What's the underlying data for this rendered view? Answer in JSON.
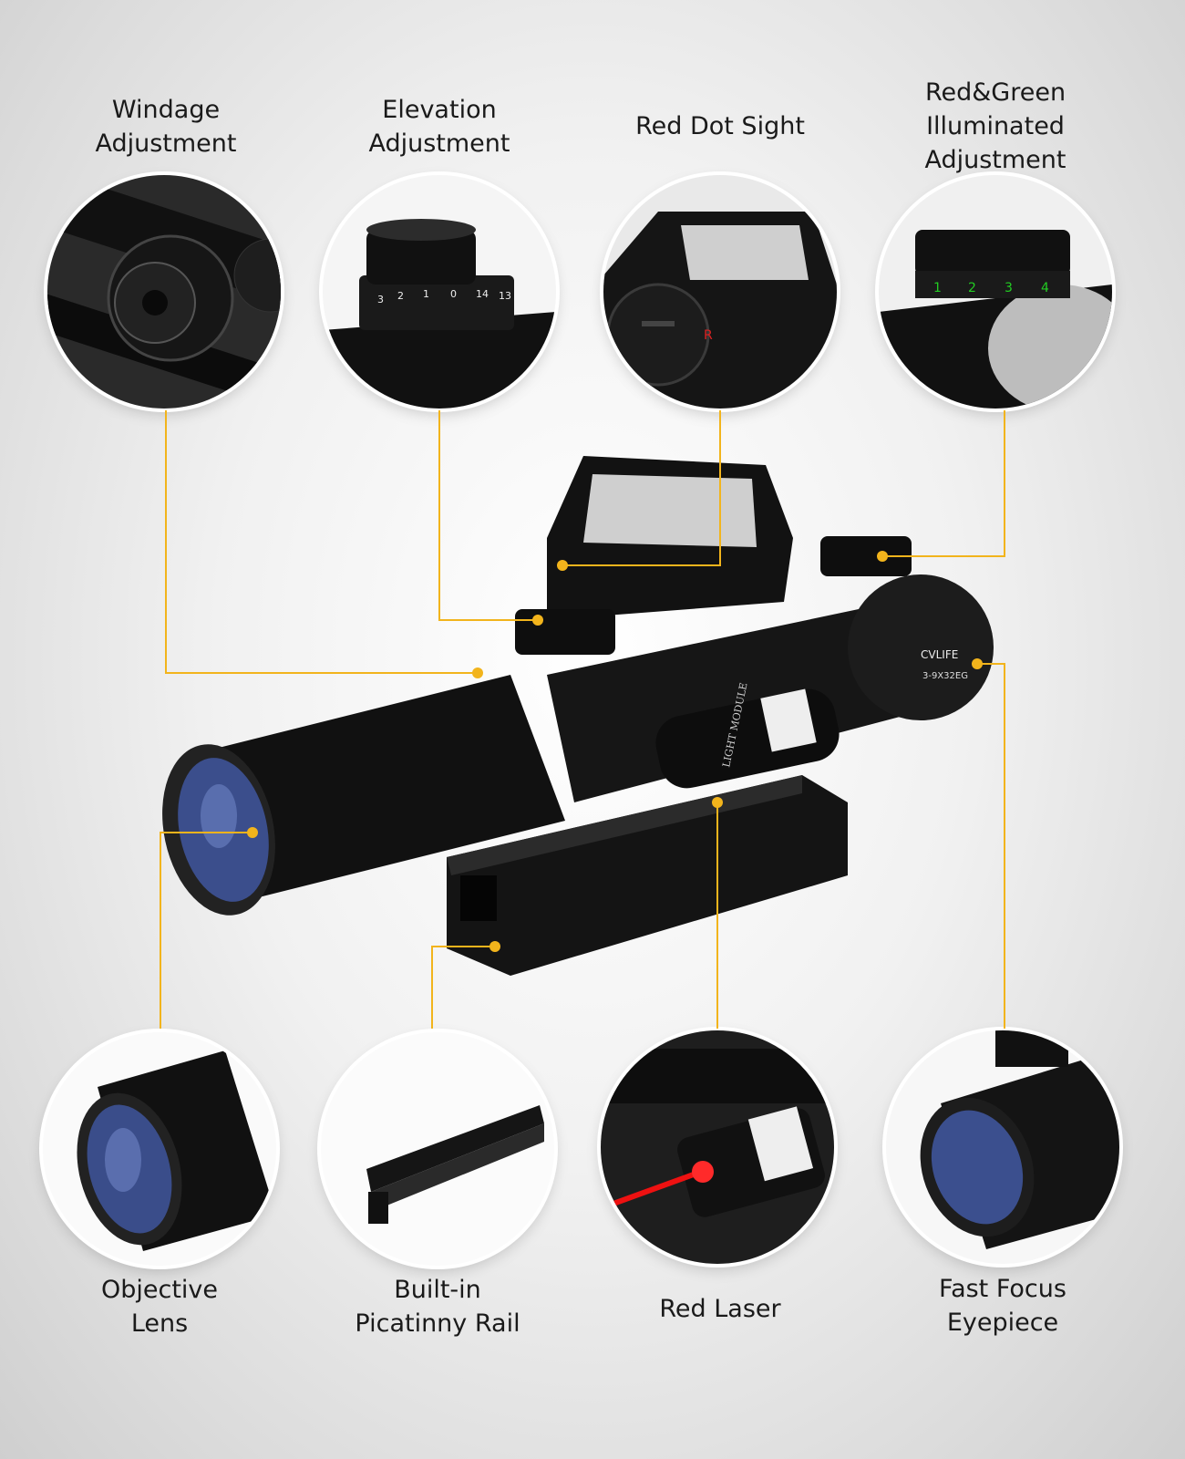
{
  "accent_color": "#f2b41c",
  "product": {
    "brand": "CVLIFE",
    "model": "3-9X32EG",
    "red_dot_mark": "R",
    "laser_text": "LIGHT MODULE"
  },
  "features": [
    {
      "id": "windage",
      "lines": [
        "Windage",
        "Adjustment"
      ]
    },
    {
      "id": "elevation",
      "lines": [
        "Elevation",
        "Adjustment"
      ],
      "dial": [
        "3",
        "2",
        "1",
        "0",
        "14",
        "13"
      ]
    },
    {
      "id": "red-dot",
      "lines": [
        "Red Dot Sight"
      ]
    },
    {
      "id": "illumination",
      "lines": [
        "Red&Green",
        "Illuminated",
        "Adjustment"
      ],
      "dial": [
        "1",
        "2",
        "3",
        "4"
      ]
    },
    {
      "id": "objective",
      "lines": [
        "Objective",
        "Lens"
      ]
    },
    {
      "id": "rail",
      "lines": [
        "Built-in",
        "Picatinny Rail"
      ]
    },
    {
      "id": "laser",
      "lines": [
        "Red Laser"
      ]
    },
    {
      "id": "eyepiece",
      "lines": [
        "Fast Focus",
        "Eyepiece"
      ]
    }
  ]
}
